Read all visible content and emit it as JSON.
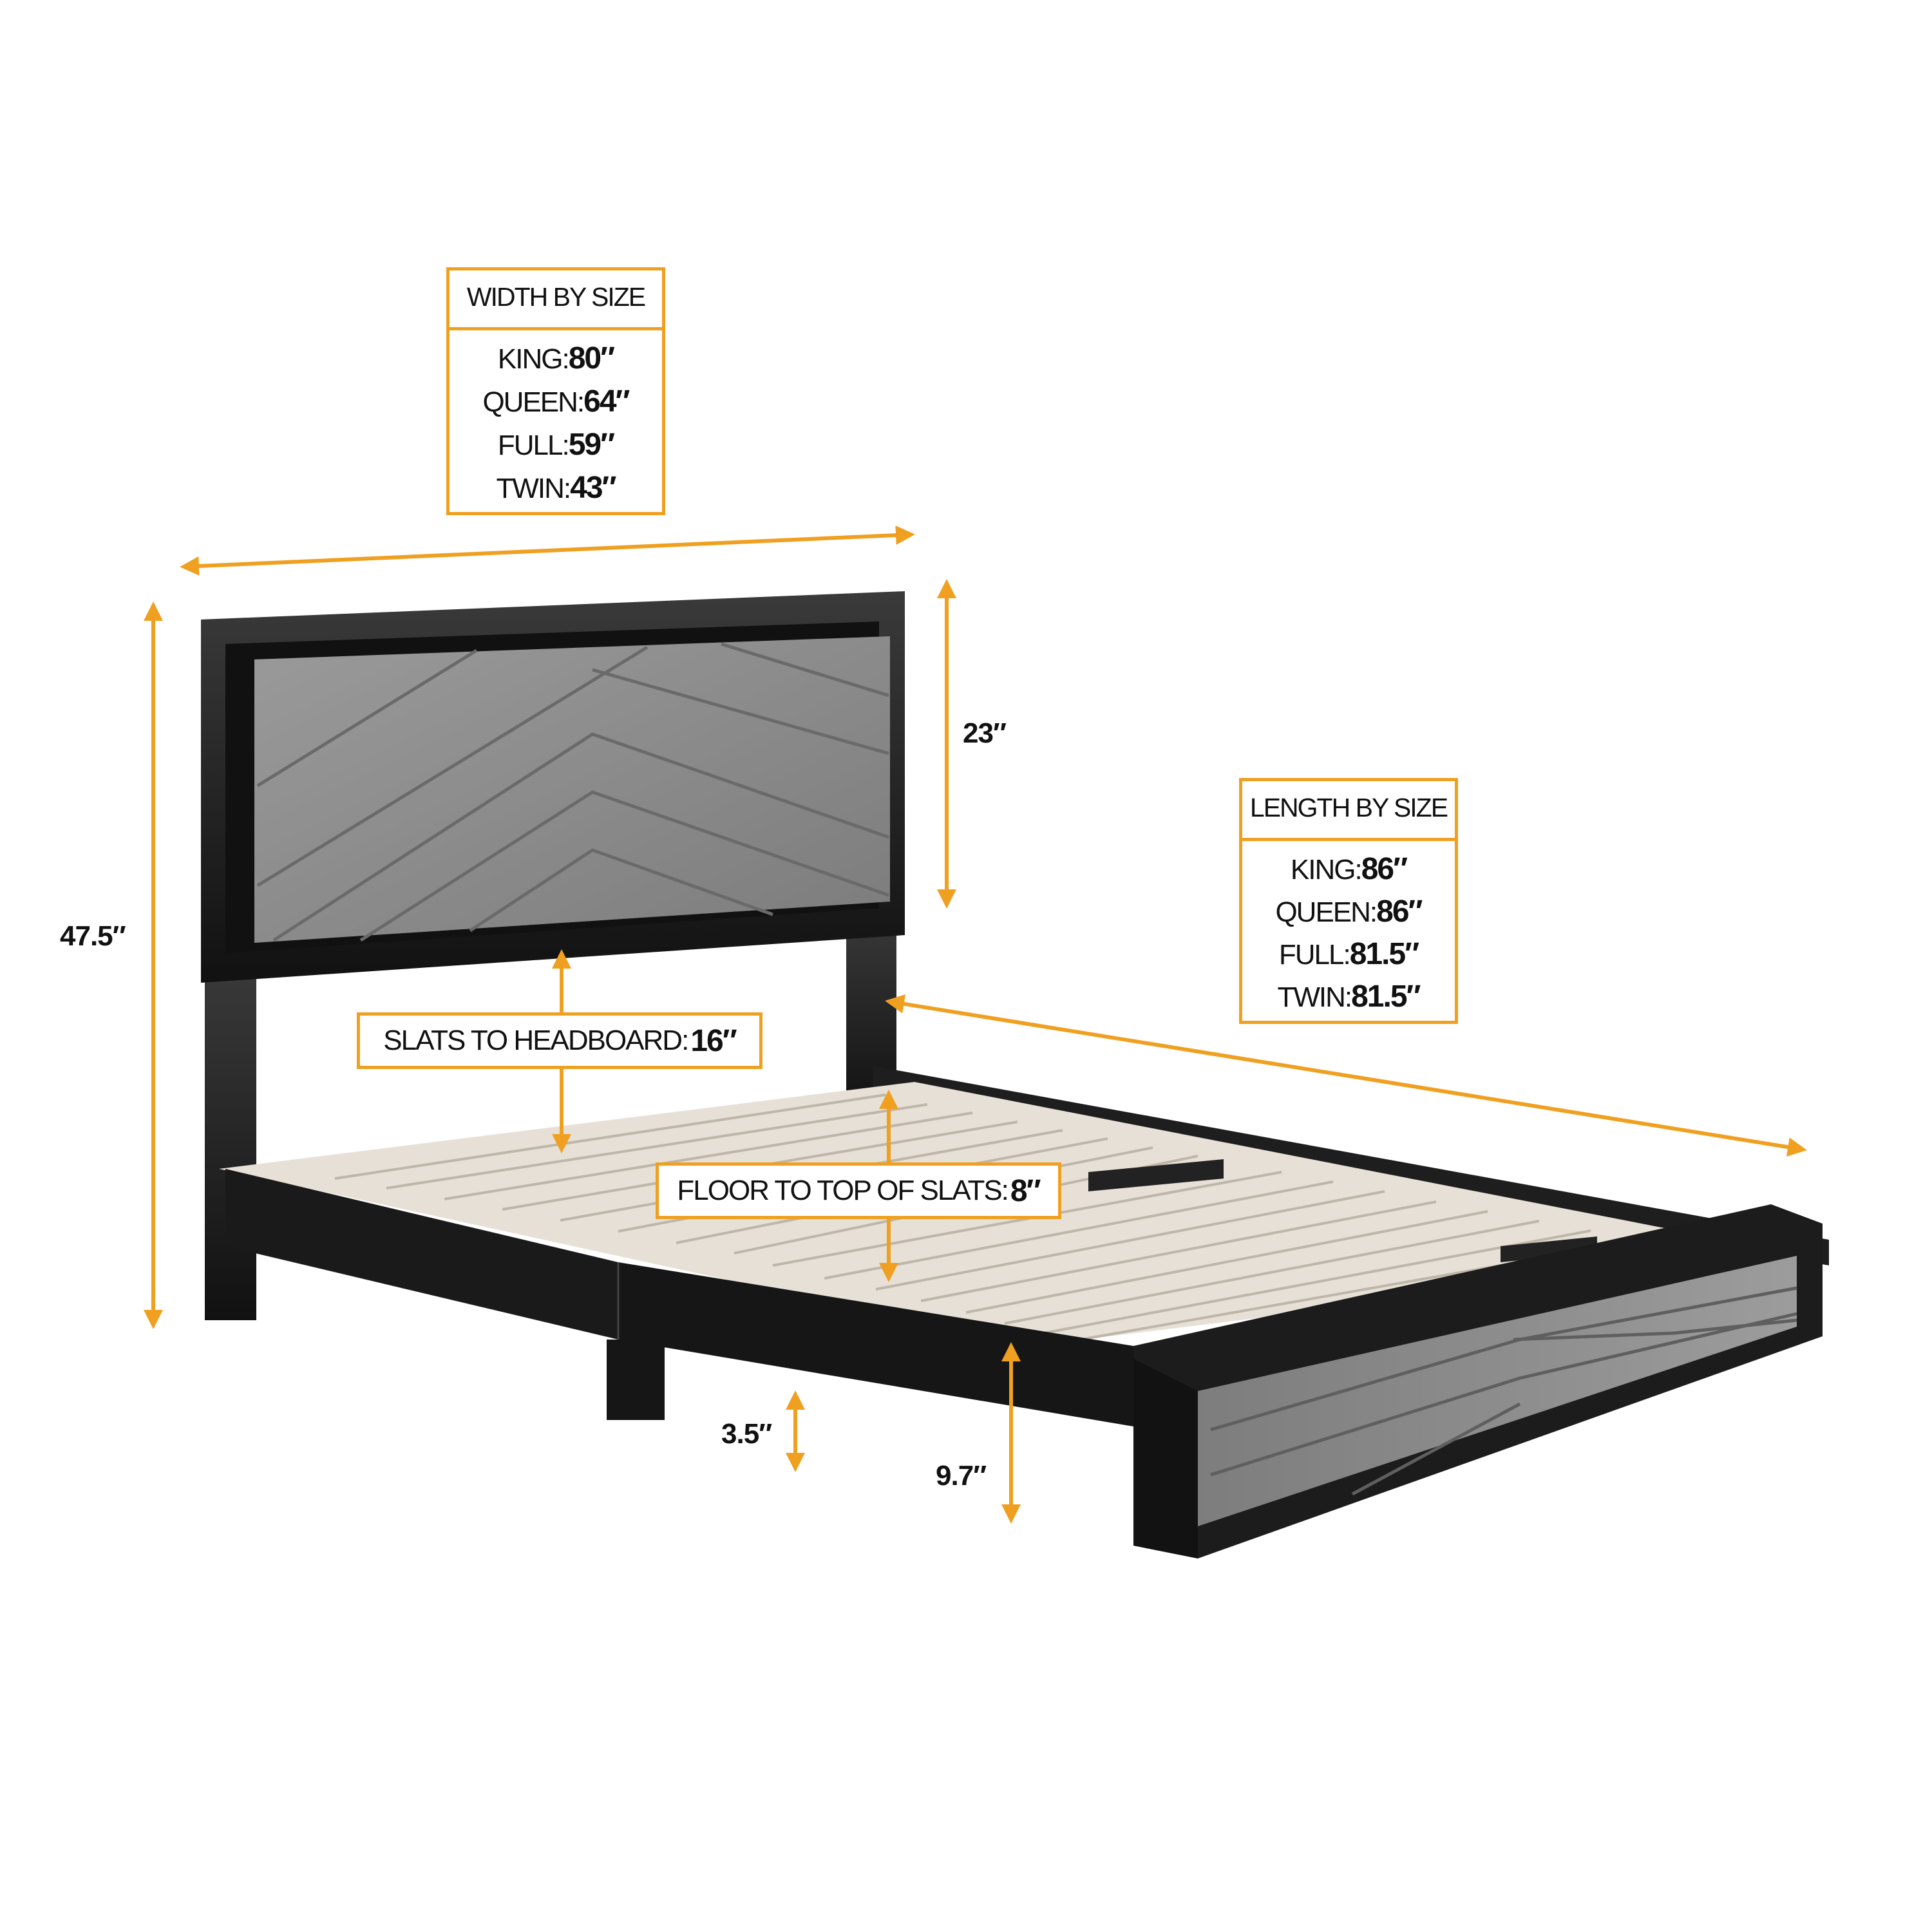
{
  "width_box": {
    "title": "WIDTH BY SIZE",
    "rows": [
      {
        "size": "KING:",
        "value": "80″"
      },
      {
        "size": "QUEEN:",
        "value": "64″"
      },
      {
        "size": "FULL:",
        "value": "59″"
      },
      {
        "size": "TWIN:",
        "value": "43″"
      }
    ]
  },
  "length_box": {
    "title": "LENGTH BY SIZE",
    "rows": [
      {
        "size": "KING:",
        "value": "86″"
      },
      {
        "size": "QUEEN:",
        "value": "86″"
      },
      {
        "size": "FULL:",
        "value": "81.5″"
      },
      {
        "size": "TWIN:",
        "value": "81.5″"
      }
    ]
  },
  "dimensions": {
    "total_height": "47.5″",
    "headboard_height": "23″",
    "leg_height": "3.5″",
    "frame_height": "9.7″",
    "slats_to_headboard": {
      "label": "SLATS TO HEADBOARD:",
      "value": "16″"
    },
    "floor_to_slats": {
      "label": "FLOOR TO TOP OF SLATS:",
      "value": "8″"
    }
  },
  "colors": {
    "accent": "#F0A020",
    "frame": "#1c1c1c",
    "upholstery": "#8e8e8e",
    "slats": "#e9e3dc"
  }
}
